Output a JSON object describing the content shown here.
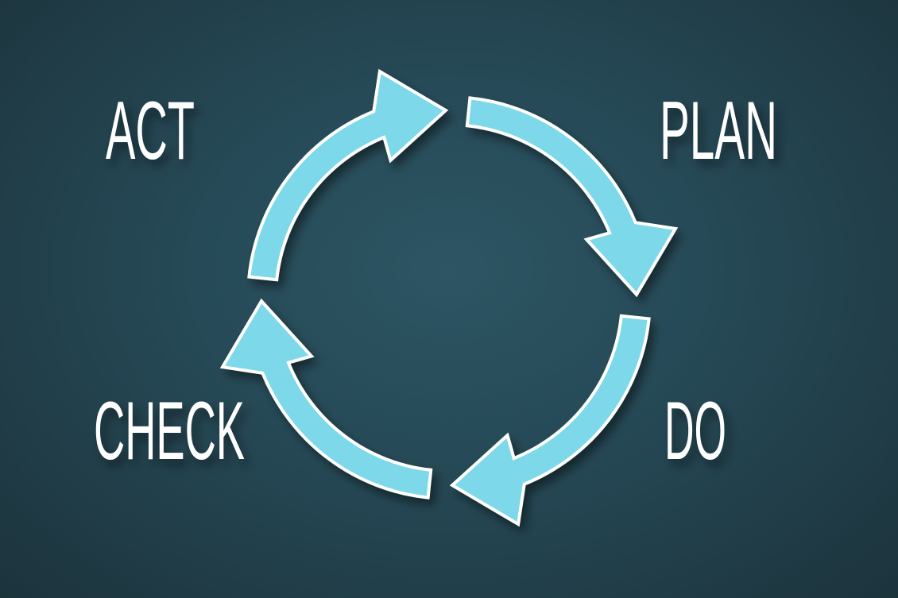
{
  "labels": {
    "plan": "PLAN",
    "do": "DO",
    "check": "CHECK",
    "act": "ACT"
  },
  "colors": {
    "arrow_fill": "#7dd8ea",
    "arrow_stroke": "#ffffff",
    "text": "#ffffff",
    "background": "#264a57"
  },
  "arrows": [
    "plan-to-do",
    "do-to-check",
    "check-to-act",
    "act-to-plan"
  ]
}
